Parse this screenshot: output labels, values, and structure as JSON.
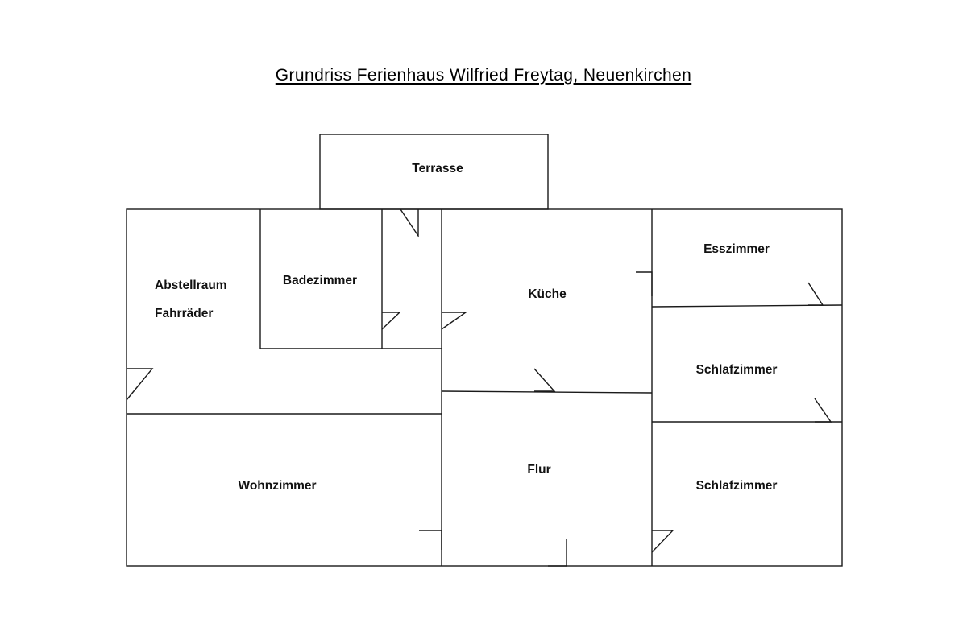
{
  "title": "Grundriss Ferienhaus Wilfried Freytag, Neuenkirchen",
  "rooms": {
    "terrasse": "Terrasse",
    "abstellraum_line1": "Abstellraum",
    "abstellraum_line2": "Fahrräder",
    "badezimmer": "Badezimmer",
    "kueche": "Küche",
    "esszimmer": "Esszimmer",
    "schlafzimmer_1": "Schlafzimmer",
    "wohnzimmer": "Wohnzimmer",
    "flur": "Flur",
    "schlafzimmer_2": "Schlafzimmer"
  }
}
